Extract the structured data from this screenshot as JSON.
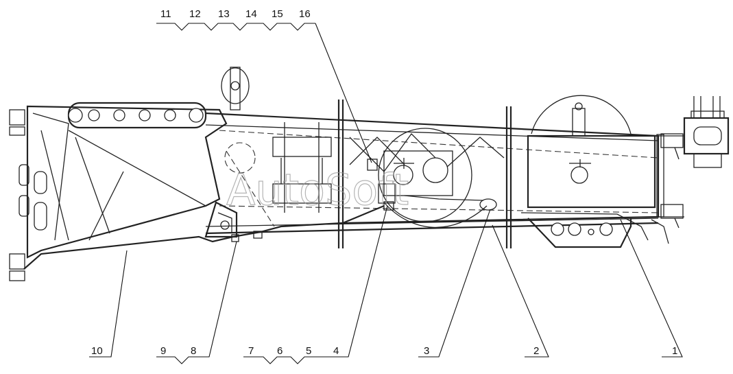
{
  "watermark": "AutoSoft",
  "callouts_top": {
    "c11": "11",
    "c12": "12",
    "c13": "13",
    "c14": "14",
    "c15": "15",
    "c16": "16"
  },
  "callouts_bottom": {
    "c10": "10",
    "c9": "9",
    "c8": "8",
    "c7": "7",
    "c6": "6",
    "c5": "5",
    "c4": "4",
    "c3": "3",
    "c2": "2",
    "c1": "1"
  },
  "colors": {
    "line": "#222222",
    "watermark": "#9c9c9c",
    "background": "#ffffff"
  }
}
